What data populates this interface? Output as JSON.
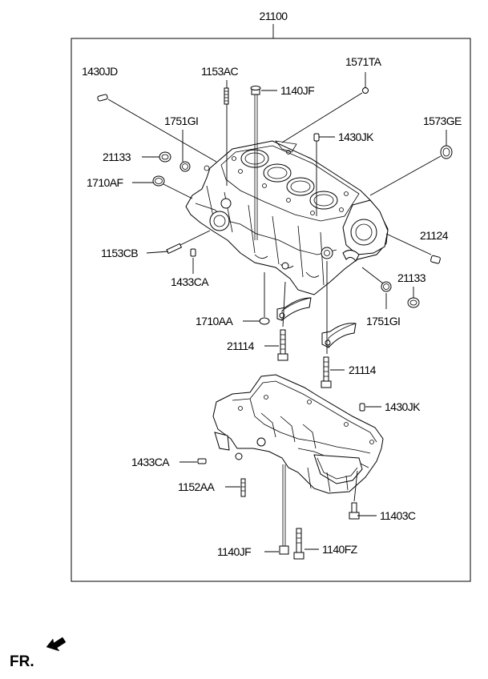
{
  "assembly": {
    "number": "21100"
  },
  "labels": {
    "l1430JD": "1430JD",
    "l1153AC": "1153AC",
    "l1571TA": "1571TA",
    "l1140JF_top": "1140JF",
    "l1751GI_top": "1751GI",
    "l1430JK_top": "1430JK",
    "l1573GE": "1573GE",
    "l21133_top": "21133",
    "l1710AF": "1710AF",
    "l21124": "21124",
    "l1153CB": "1153CB",
    "l1433CA_top": "1433CA",
    "l21133_right": "21133",
    "l1710AA": "1710AA",
    "l1751GI_bottom": "1751GI",
    "l21114_left": "21114",
    "l21114_right": "21114",
    "l1430JK_bottom": "1430JK",
    "l1433CA_bottom": "1433CA",
    "l1152AA": "1152AA",
    "l11403C": "11403C",
    "l1140JF_bottom": "1140JF",
    "l1140FZ": "1140FZ"
  },
  "orientation": {
    "text": "FR."
  }
}
